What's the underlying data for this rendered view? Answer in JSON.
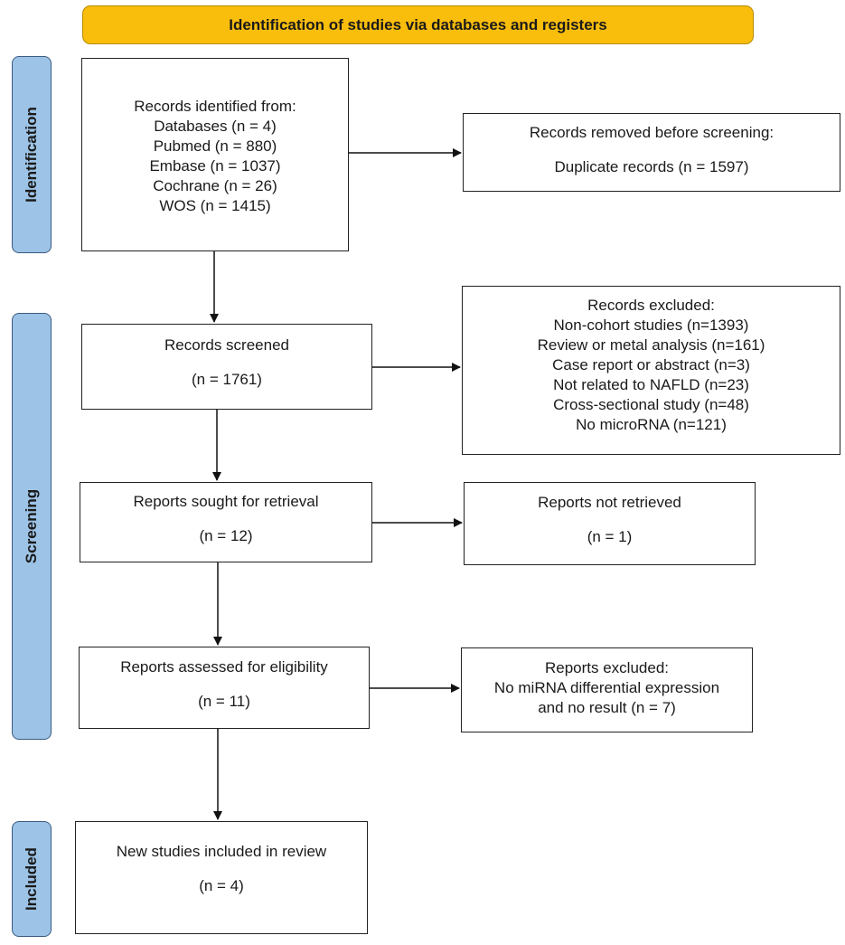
{
  "header": {
    "title": "Identification of studies via databases and registers"
  },
  "phases": {
    "identification": "Identification",
    "screening": "Screening",
    "included": "Included"
  },
  "boxes": {
    "records_identified": {
      "lines": [
        "Records identified from:",
        "Databases (n = 4)",
        "Pubmed (n = 880)",
        "Embase (n = 1037)",
        "Cochrane (n = 26)",
        "WOS (n = 1415)"
      ]
    },
    "records_removed": {
      "title": "Records removed before screening:",
      "detail": "Duplicate records (n = 1597)"
    },
    "records_screened": {
      "title": "Records screened",
      "count": "(n = 1761)"
    },
    "records_excluded": {
      "lines": [
        "Records excluded:",
        "Non-cohort studies (n=1393)",
        "Review or metal analysis (n=161)",
        "Case report or abstract (n=3)",
        "Not related to NAFLD (n=23)",
        "Cross-sectional study (n=48)",
        "No microRNA (n=121)"
      ]
    },
    "reports_sought": {
      "title": "Reports sought for retrieval",
      "count": "(n = 12)"
    },
    "reports_not_retrieved": {
      "title": "Reports not retrieved",
      "count": "(n = 1)"
    },
    "reports_assessed": {
      "title": "Reports assessed for eligibility",
      "count": "(n = 11)"
    },
    "reports_excluded": {
      "lines": [
        "Reports excluded:",
        "No miRNA differential expression",
        "and no result (n = 7)"
      ]
    },
    "studies_included": {
      "title": "New studies included in review",
      "count": "(n = 4)"
    }
  }
}
